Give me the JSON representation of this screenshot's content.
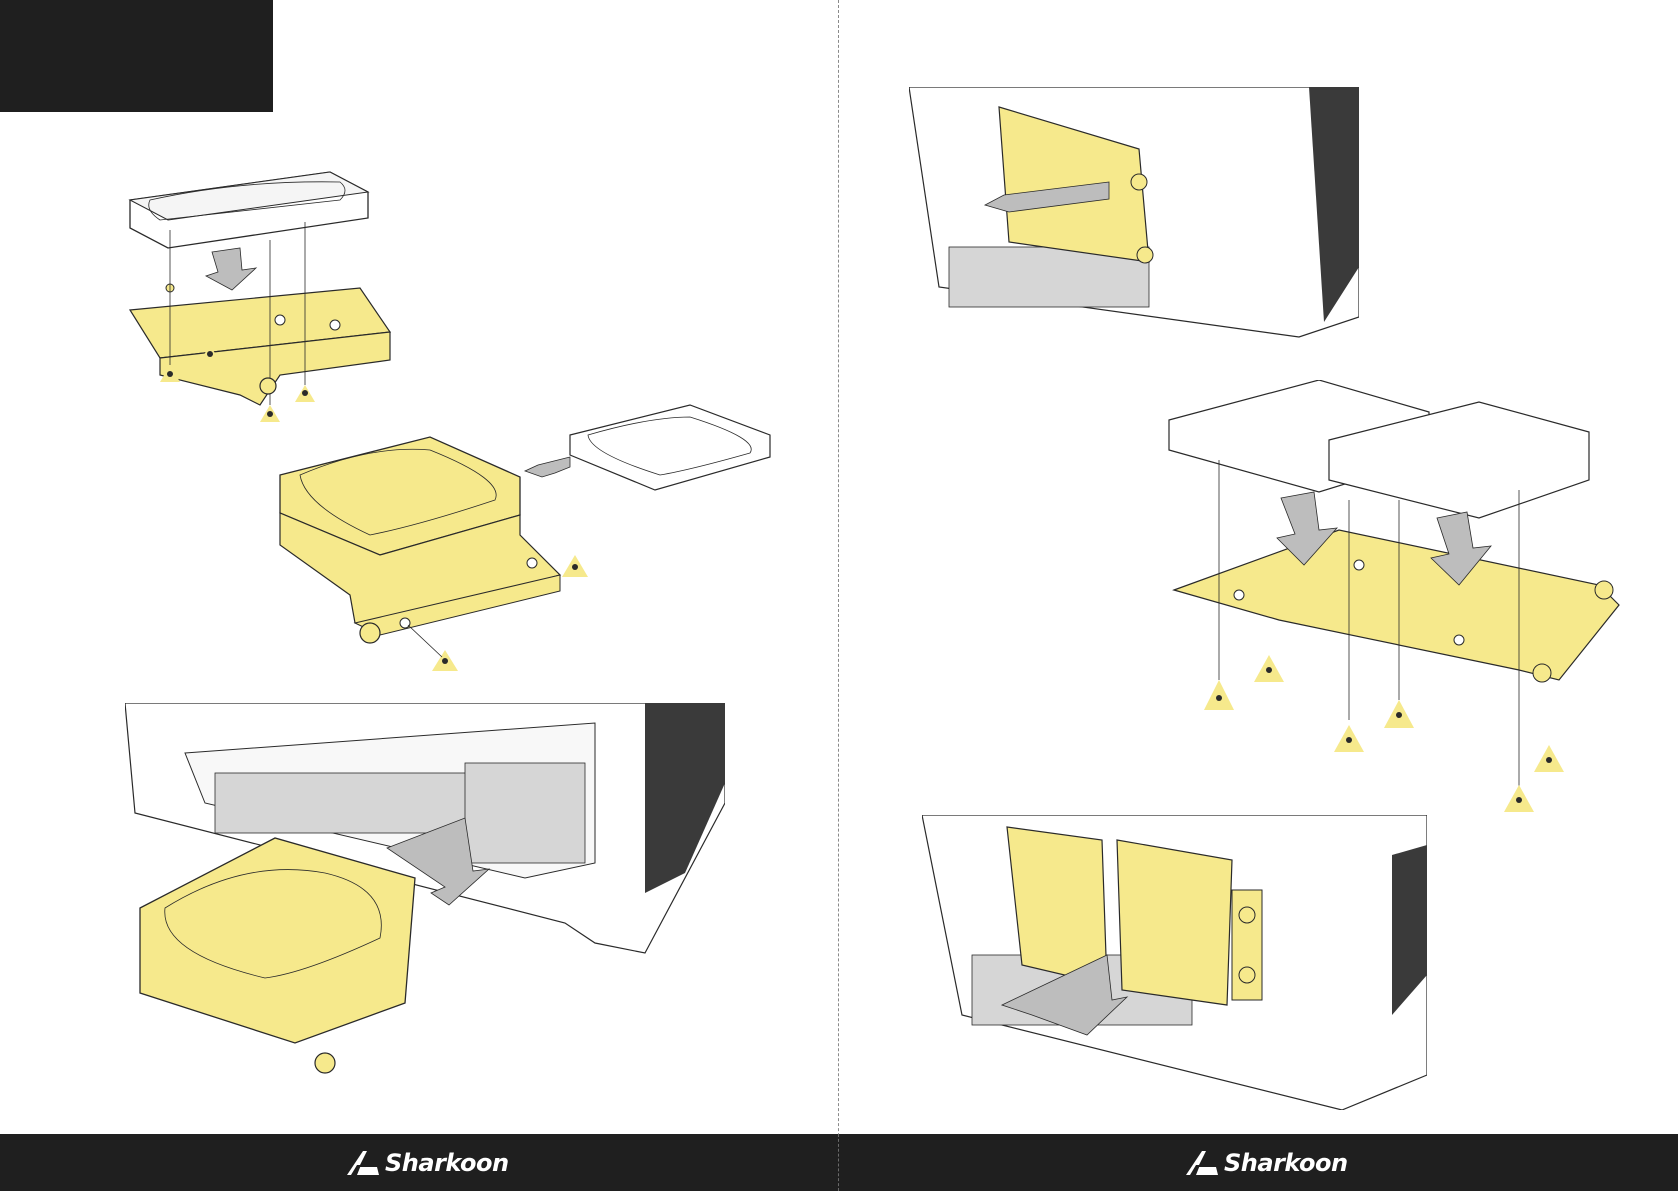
{
  "brand": {
    "name": "Sharkoon",
    "colors": {
      "highlight": "#f6e98c",
      "dark": "#1f1f1f",
      "line": "#2a2a2a",
      "arrow": "#bdbdbd"
    }
  },
  "pages": {
    "left": {
      "figures": [
        "hdd-into-bracket",
        "bracket-swap-drive",
        "bracket-into-case-floor"
      ]
    },
    "right": {
      "figures": [
        "bracket-removed-from-case",
        "two-hdds-onto-plate",
        "plate-into-case"
      ]
    }
  },
  "footer": {
    "left_logo": "Sharkoon",
    "right_logo": "Sharkoon"
  }
}
